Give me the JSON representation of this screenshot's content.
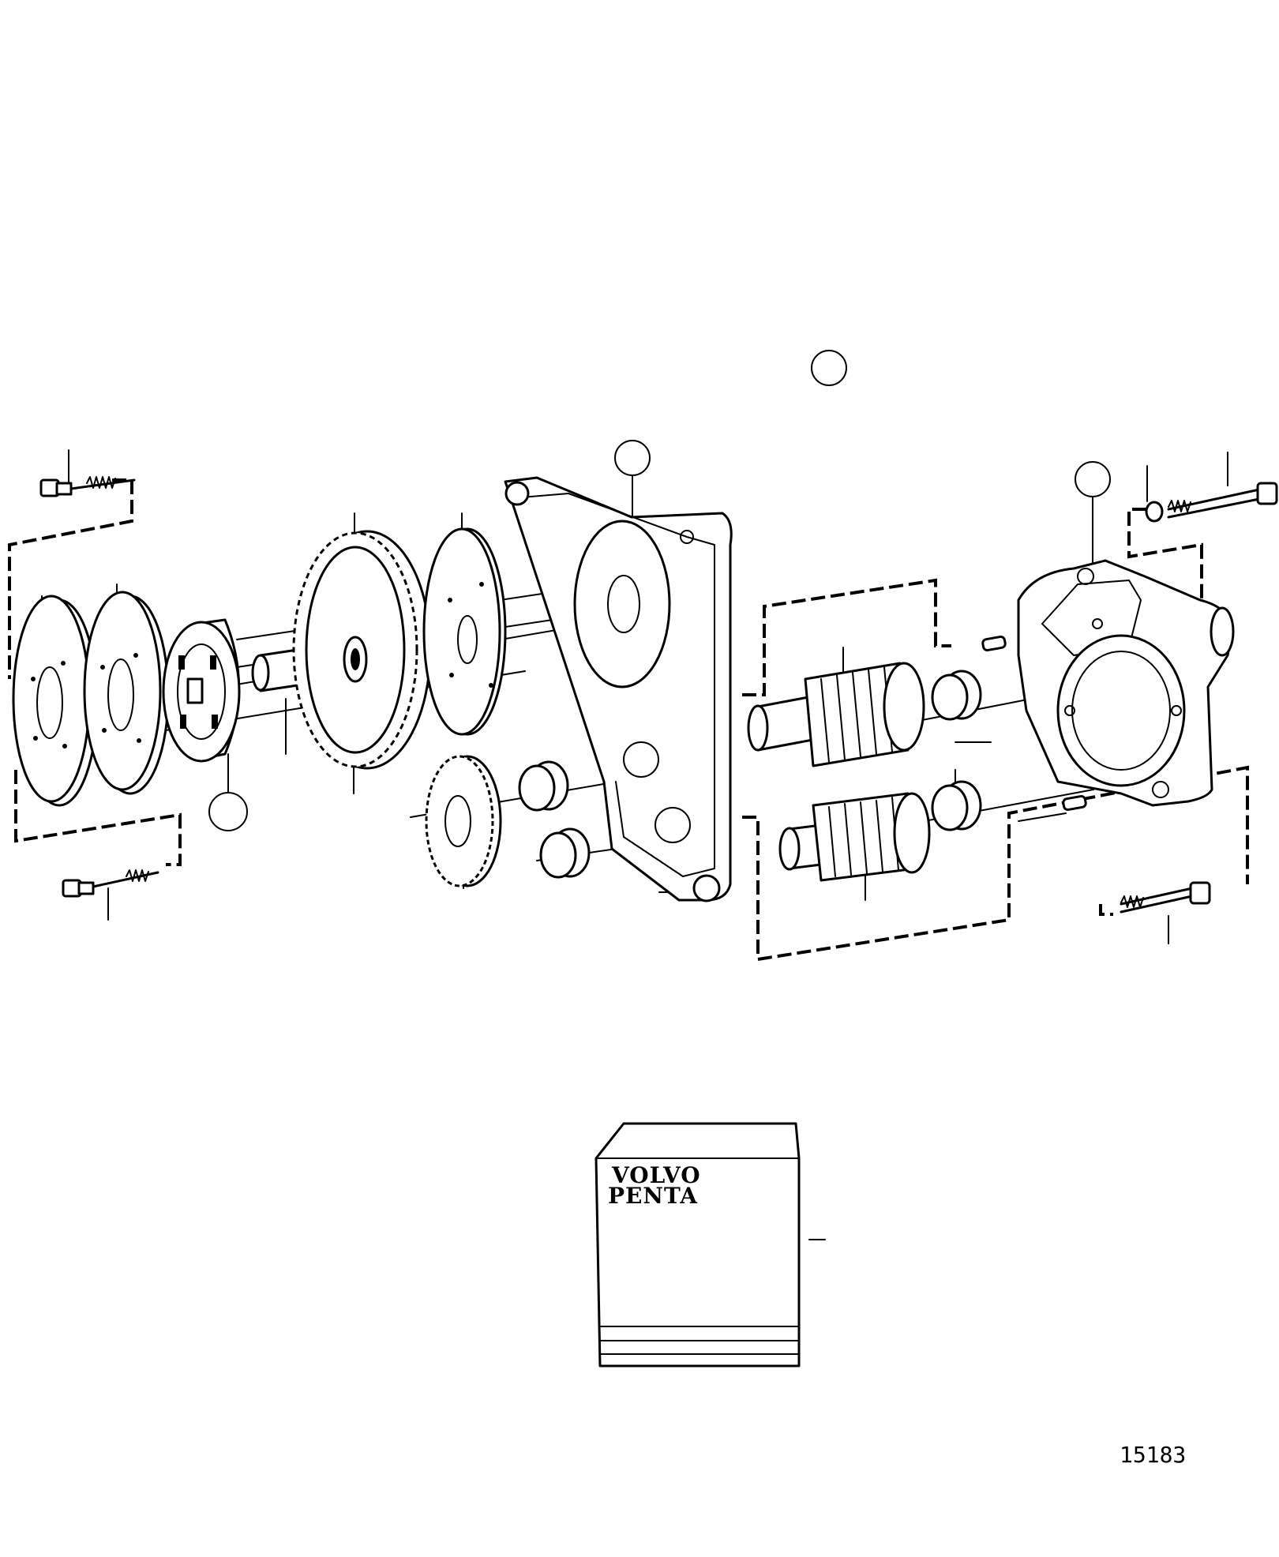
{
  "diagram": {
    "figure_number": "15183",
    "logo": {
      "line1": "VOLVO",
      "line2": "PENTA"
    }
  }
}
